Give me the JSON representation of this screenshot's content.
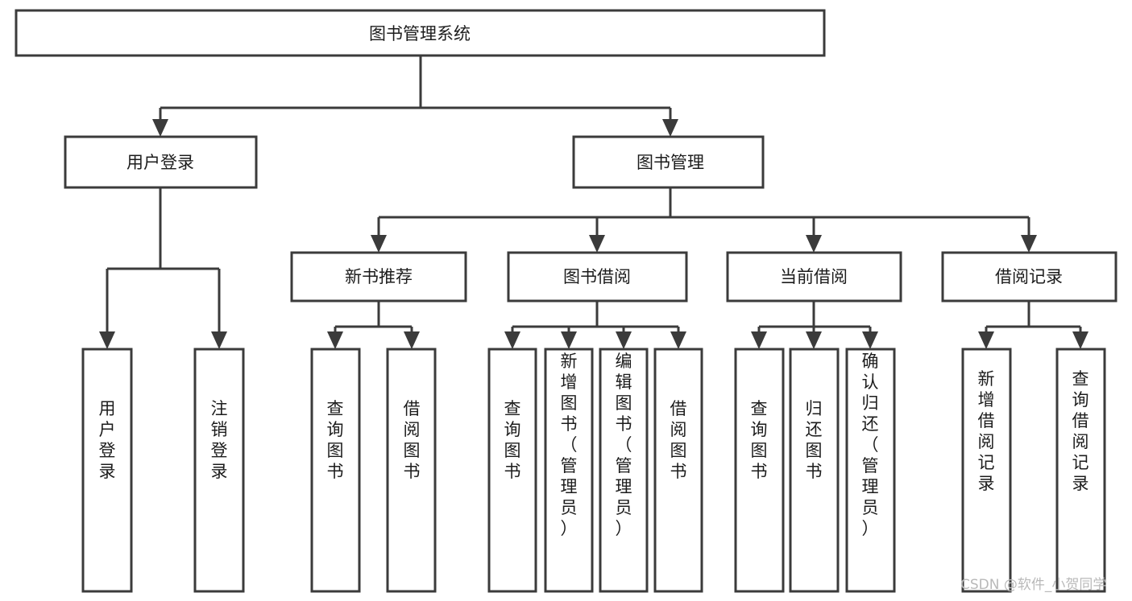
{
  "diagram": {
    "type": "tree",
    "title": "图书管理系统",
    "root": {
      "id": "root",
      "label": "图书管理系统",
      "orientation": "horizontal"
    },
    "level1": [
      {
        "id": "user-login",
        "label": "用户登录",
        "orientation": "horizontal"
      },
      {
        "id": "book-management",
        "label": "图书管理",
        "orientation": "horizontal"
      }
    ],
    "level2": [
      {
        "id": "new-book-recommend",
        "label": "新书推荐",
        "parent": "book-management",
        "orientation": "horizontal"
      },
      {
        "id": "book-borrow",
        "label": "图书借阅",
        "parent": "book-management",
        "orientation": "horizontal"
      },
      {
        "id": "current-borrow",
        "label": "当前借阅",
        "parent": "book-management",
        "orientation": "horizontal"
      },
      {
        "id": "borrow-record",
        "label": "借阅记录",
        "parent": "book-management",
        "orientation": "horizontal"
      }
    ],
    "leaves": [
      {
        "id": "leaf-user-login",
        "label": "用户登录",
        "parent": "user-login",
        "orientation": "vertical"
      },
      {
        "id": "leaf-user-logout",
        "label": "注销登录",
        "parent": "user-login",
        "orientation": "vertical"
      },
      {
        "id": "leaf-query-book-rec",
        "label": "查询图书",
        "parent": "new-book-recommend",
        "orientation": "vertical"
      },
      {
        "id": "leaf-borrow-book-rec",
        "label": "借阅图书",
        "parent": "new-book-recommend",
        "orientation": "vertical"
      },
      {
        "id": "leaf-query-book-borrow",
        "label": "查询图书",
        "parent": "book-borrow",
        "orientation": "vertical"
      },
      {
        "id": "leaf-add-book-admin",
        "label": "新增图书（管理员）",
        "parent": "book-borrow",
        "orientation": "vertical"
      },
      {
        "id": "leaf-edit-book-admin",
        "label": "编辑图书（管理员）",
        "parent": "book-borrow",
        "orientation": "vertical"
      },
      {
        "id": "leaf-borrow-book",
        "label": "借阅图书",
        "parent": "book-borrow",
        "orientation": "vertical"
      },
      {
        "id": "leaf-query-book-current",
        "label": "查询图书",
        "parent": "current-borrow",
        "orientation": "vertical"
      },
      {
        "id": "leaf-return-book",
        "label": "归还图书",
        "parent": "current-borrow",
        "orientation": "vertical"
      },
      {
        "id": "leaf-confirm-return-admin",
        "label": "确认归还（管理员）",
        "parent": "current-borrow",
        "orientation": "vertical"
      },
      {
        "id": "leaf-add-borrow-record",
        "label": "新增借阅记录",
        "parent": "borrow-record",
        "orientation": "vertical"
      },
      {
        "id": "leaf-query-borrow-record",
        "label": "查询借阅记录",
        "parent": "borrow-record",
        "orientation": "vertical"
      }
    ],
    "colors": {
      "box_stroke": "#3b3b3b",
      "box_fill": "#ffffff",
      "text": "#1c1c1c",
      "connector": "#3b3b3b",
      "background": "#ffffff",
      "watermark": "#b9b9b9"
    }
  },
  "watermark": {
    "text": "CSDN @软件_小贺同学"
  }
}
